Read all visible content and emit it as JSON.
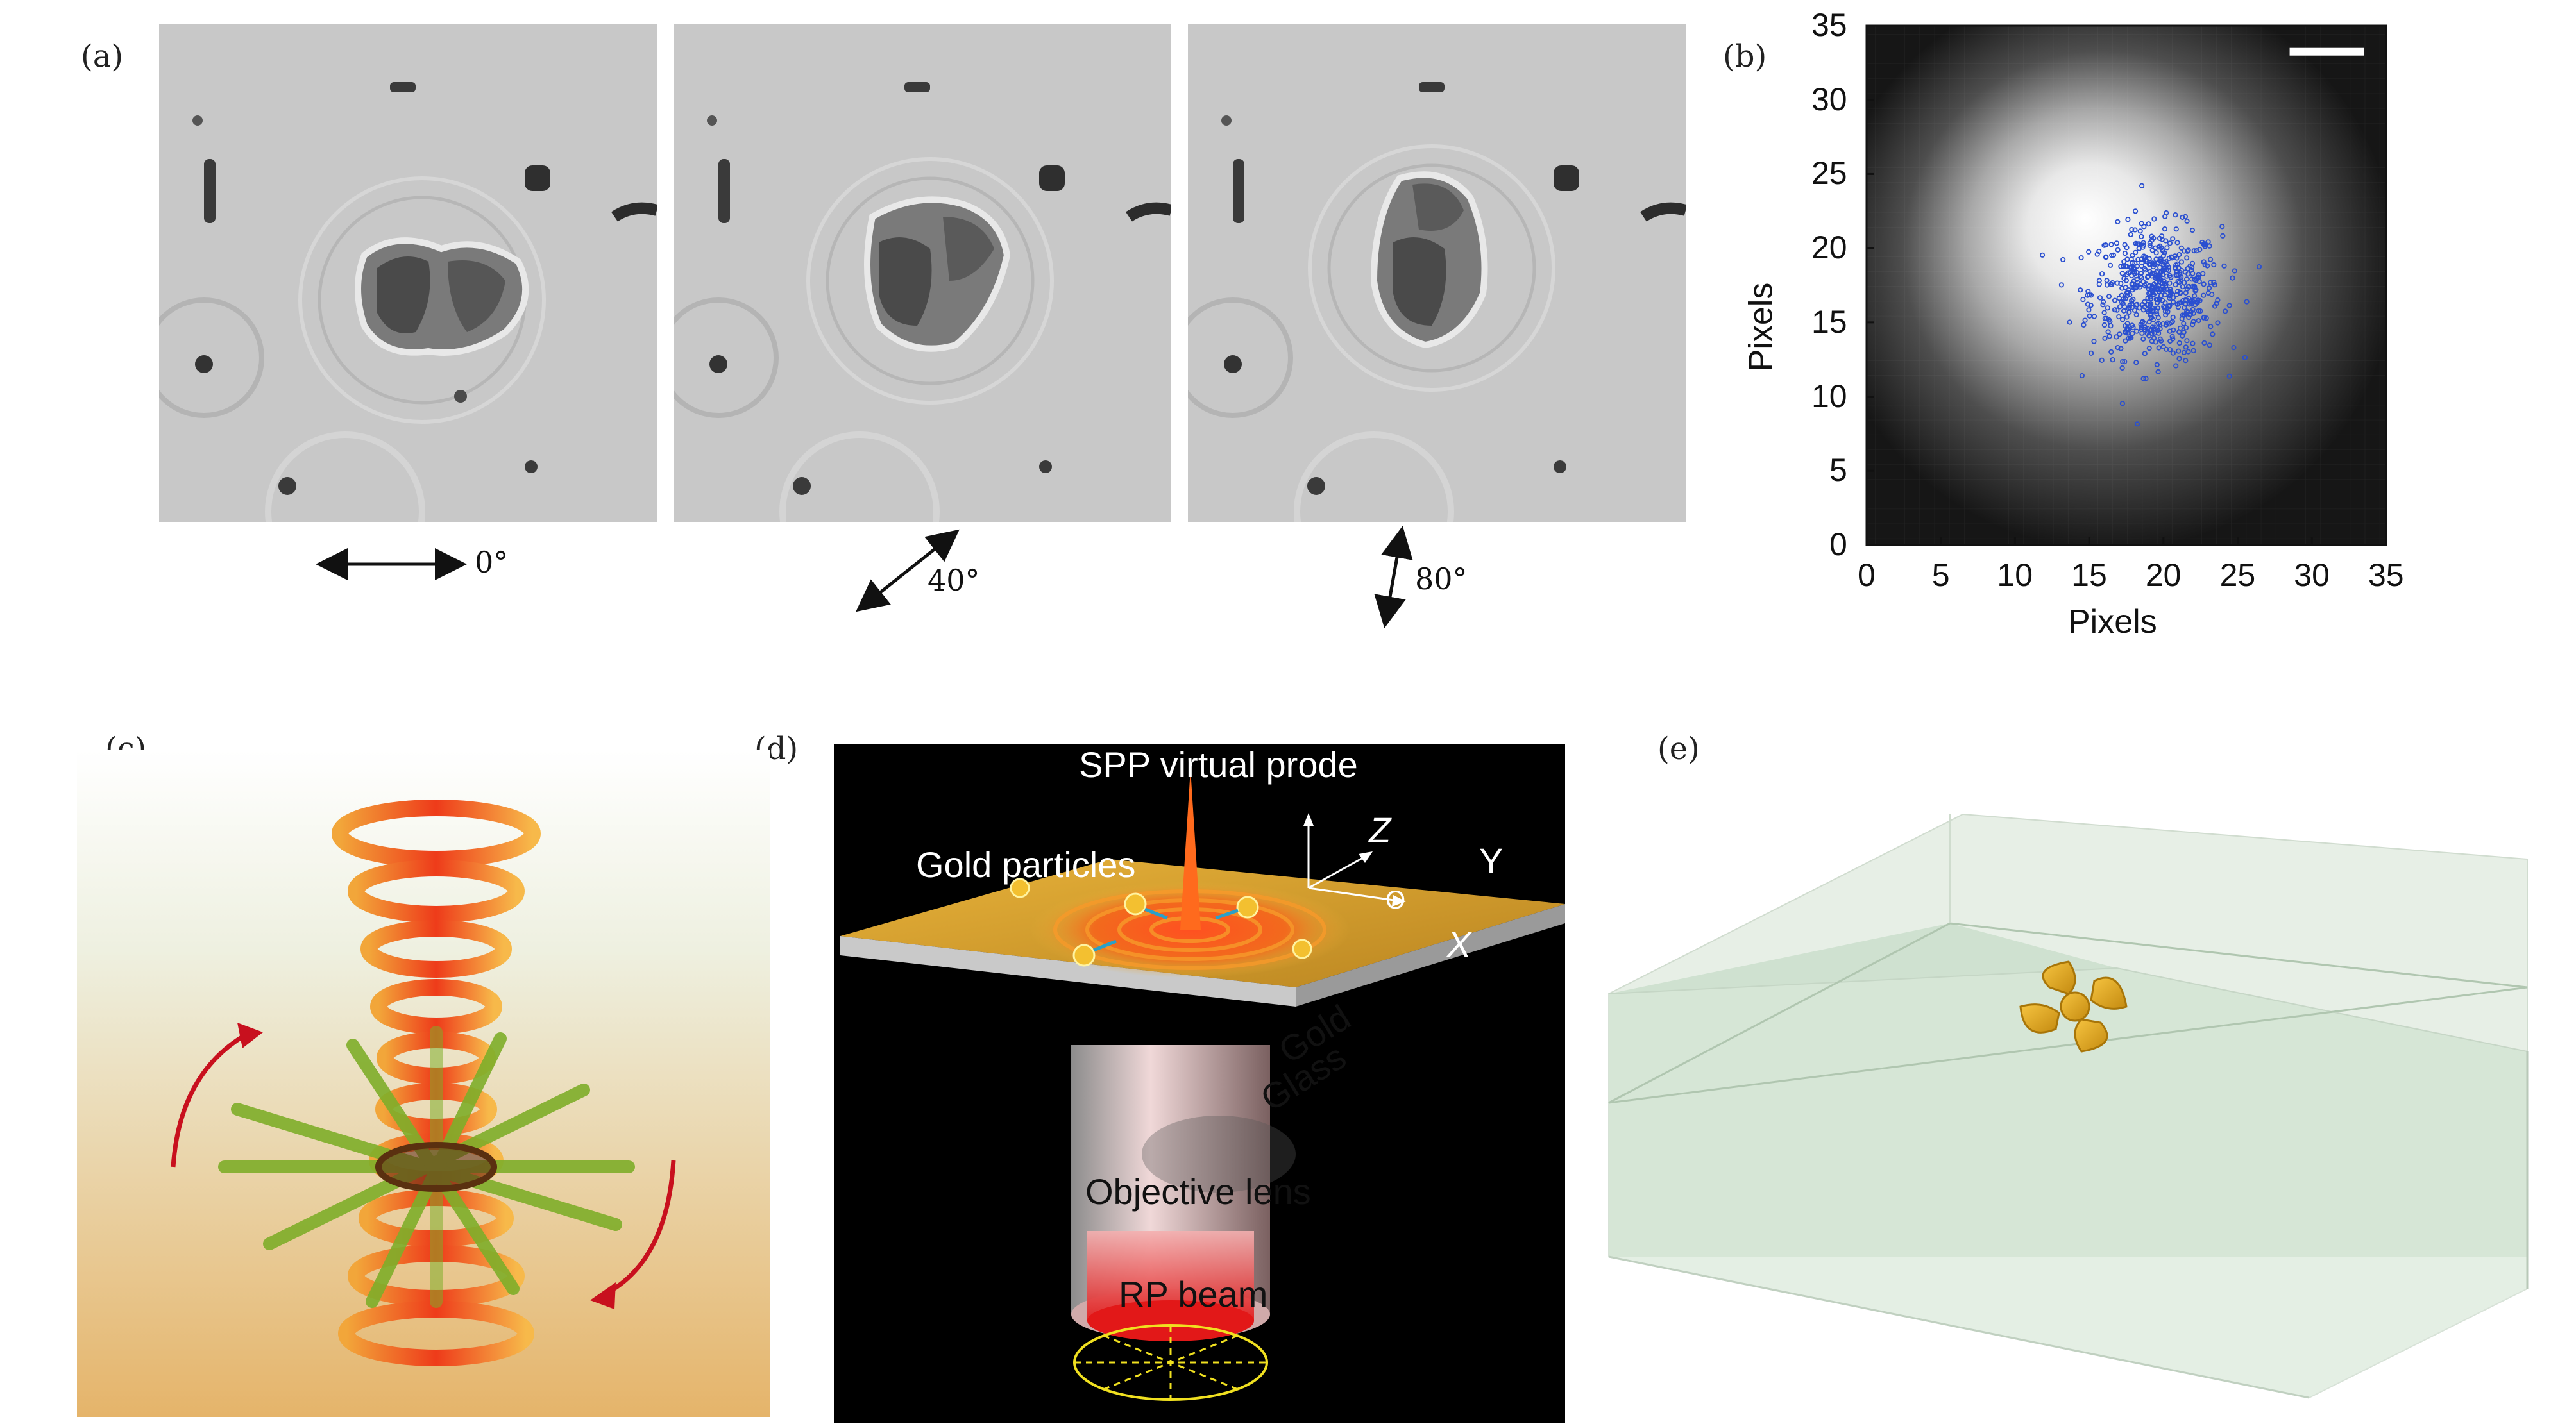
{
  "panels": {
    "a": "(a)",
    "b": "(b)",
    "c": "(c)",
    "d": "(d)",
    "e": "(e)"
  },
  "panel_a": {
    "angles": [
      "0°",
      "40°",
      "80°"
    ]
  },
  "panel_d": {
    "labels": {
      "probe": "SPP virtual prode",
      "particles": "Gold particles",
      "gold": "Gold",
      "glass": "Glass",
      "lens": "Objective lens",
      "beam": "RP beam",
      "z": "Z",
      "y": "Y",
      "x": "X",
      "o": "O"
    }
  },
  "chart_data": {
    "type": "scatter",
    "title": "",
    "xlabel": "Pixels",
    "ylabel": "Pixels",
    "xlim": [
      0,
      35
    ],
    "ylim": [
      0,
      35
    ],
    "xticks": [
      "0",
      "5",
      "10",
      "15",
      "20",
      "25",
      "30",
      "35"
    ],
    "yticks": [
      "0",
      "5",
      "10",
      "15",
      "20",
      "25",
      "30",
      "35"
    ],
    "background": "grayscale intensity image of a bright blob centred near (16, 19)",
    "point_color": "#2a4fd0",
    "cluster_center": [
      19.5,
      17
    ],
    "cluster_spread": [
      2.2,
      2.2
    ],
    "n_points": 600,
    "scale_bar": true
  }
}
